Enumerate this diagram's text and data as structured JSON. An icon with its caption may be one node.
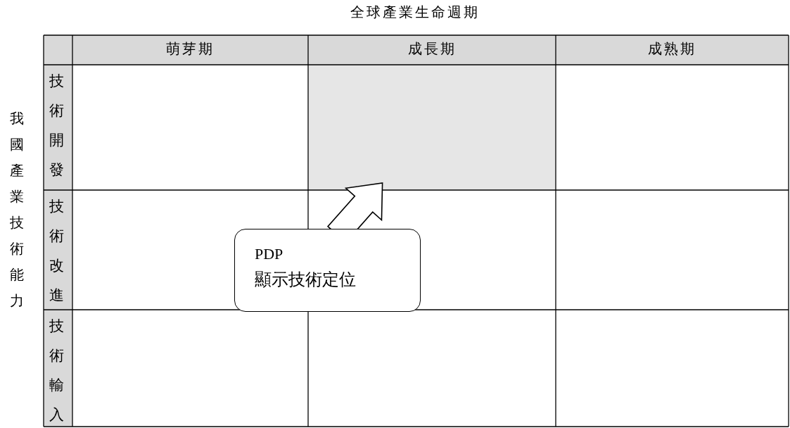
{
  "diagram": {
    "title": "全球產業生命週期",
    "nodes": [
      {
        "text": [],
        "shape": "box"
      },
      {
        "text": [
          "PDP",
          "顯示技術定位"
        ]
      }
    ],
    "edges": [
      {
        "from": 1,
        "to": 0,
        "arrow": "to",
        "style": "thick"
      }
    ],
    "labels": [
      "萌芽期",
      "成長期",
      "成熟期",
      "我國產業技術能力",
      "技術開發",
      "技術改進",
      "技術輸入"
    ]
  }
}
